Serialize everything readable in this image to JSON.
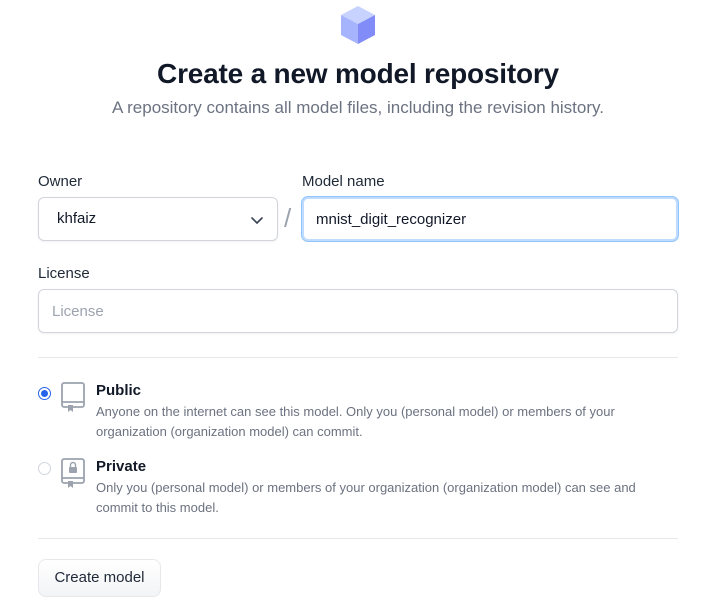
{
  "header": {
    "title": "Create a new model repository",
    "subtitle": "A repository contains all model files, including the revision history."
  },
  "form": {
    "owner_label": "Owner",
    "owner_value": "khfaiz",
    "separator": "/",
    "model_name_label": "Model name",
    "model_name_value": "mnist_digit_recognizer",
    "license_label": "License",
    "license_placeholder": "License",
    "license_value": ""
  },
  "visibility": {
    "selected": "public",
    "options": [
      {
        "key": "public",
        "title": "Public",
        "description": "Anyone on the internet can see this model. Only you (personal model) or members of your organization (organization model) can commit.",
        "icon": "book-icon"
      },
      {
        "key": "private",
        "title": "Private",
        "description": "Only you (personal model) or members of your organization (organization model) can see and commit to this model.",
        "icon": "locked-book-icon"
      }
    ]
  },
  "actions": {
    "create_label": "Create model"
  },
  "colors": {
    "accent": "#2563eb",
    "logo_top": "#c7d2fe",
    "logo_left": "#a5b4fc",
    "logo_right": "#818cf8"
  }
}
